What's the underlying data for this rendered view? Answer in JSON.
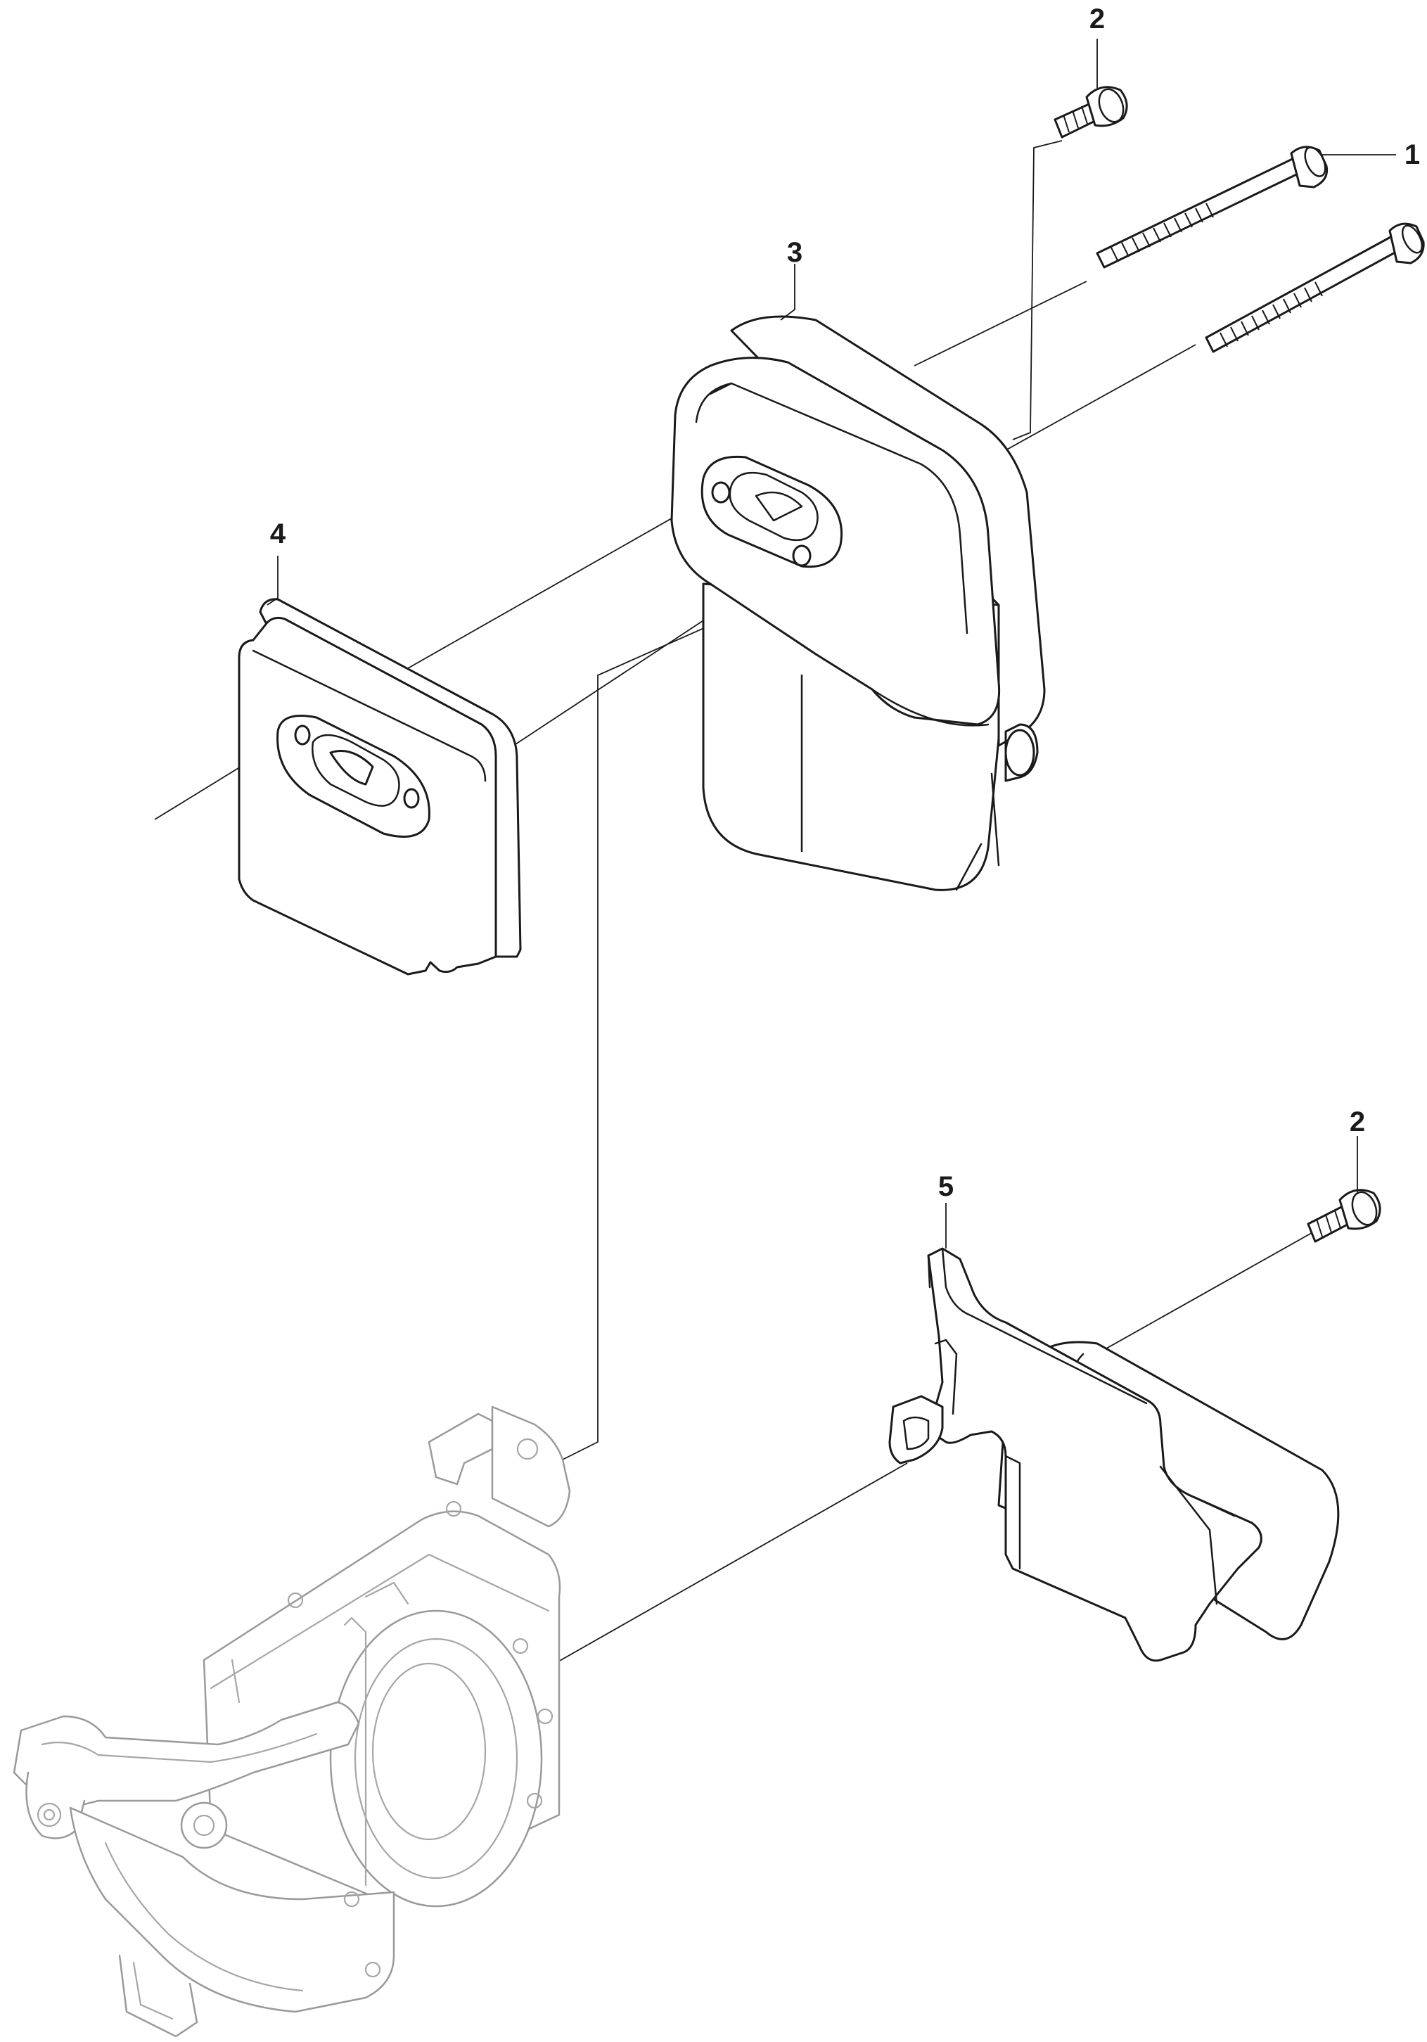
{
  "callouts": [
    {
      "id": "bolt-upper-right",
      "label": "1"
    },
    {
      "id": "screw-top",
      "label": "2"
    },
    {
      "id": "muffler",
      "label": "3"
    },
    {
      "id": "gasket-plate",
      "label": "4"
    },
    {
      "id": "screw-right",
      "label": "2"
    },
    {
      "id": "heat-shield",
      "label": "5"
    }
  ]
}
